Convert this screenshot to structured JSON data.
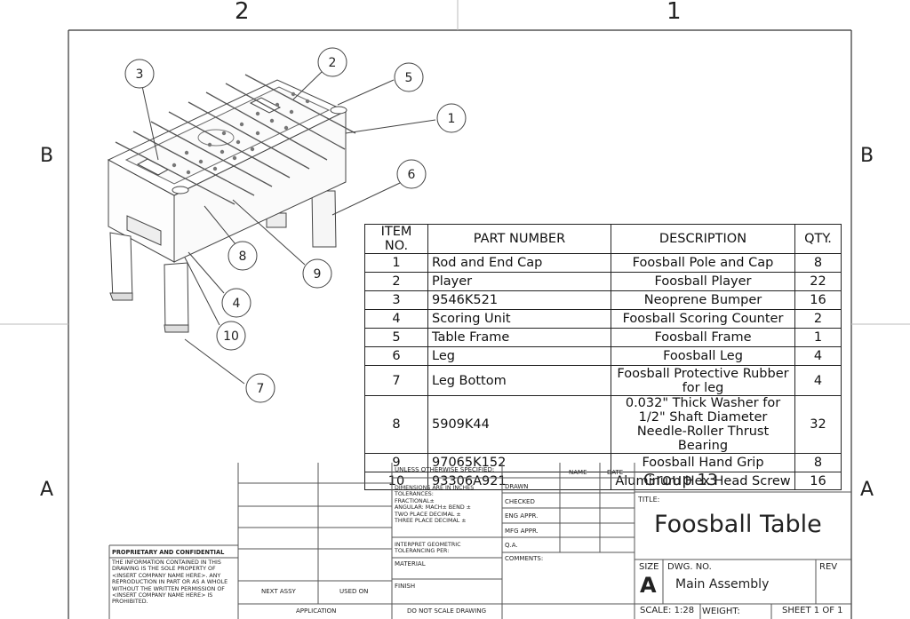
{
  "zones": {
    "top": [
      "2",
      "1"
    ],
    "side": [
      "B",
      "A"
    ]
  },
  "balloons": [
    "1",
    "2",
    "3",
    "4",
    "5",
    "6",
    "7",
    "8",
    "9",
    "10"
  ],
  "bom": {
    "headers": [
      "ITEM NO.",
      "PART NUMBER",
      "DESCRIPTION",
      "QTY."
    ],
    "rows": [
      {
        "item": "1",
        "part": "Rod and End Cap",
        "desc": "Foosball Pole and Cap",
        "qty": "8"
      },
      {
        "item": "2",
        "part": "Player",
        "desc": "Foosball Player",
        "qty": "22"
      },
      {
        "item": "3",
        "part": "9546K521",
        "desc": "Neoprene Bumper",
        "qty": "16"
      },
      {
        "item": "4",
        "part": "Scoring Unit",
        "desc": "Foosball Scoring Counter",
        "qty": "2"
      },
      {
        "item": "5",
        "part": "Table Frame",
        "desc": "Foosball Frame",
        "qty": "1"
      },
      {
        "item": "6",
        "part": "Leg",
        "desc": "Foosball Leg",
        "qty": "4"
      },
      {
        "item": "7",
        "part": "Leg Bottom",
        "desc": "Foosball Protective Rubber for leg",
        "qty": "4"
      },
      {
        "item": "8",
        "part": "5909K44",
        "desc": "0.032\" Thick Washer for 1/2\" Shaft Diameter Needle-Roller Thrust Bearing",
        "qty": "32"
      },
      {
        "item": "9",
        "part": "97065K152",
        "desc": "Foosball Hand Grip",
        "qty": "8"
      },
      {
        "item": "10",
        "part": "93306A921",
        "desc": "Aluminum Hex Head Screw",
        "qty": "16"
      }
    ]
  },
  "title_block": {
    "proprietary_title": "PROPRIETARY AND CONFIDENTIAL",
    "proprietary_text": [
      "THE INFORMATION CONTAINED IN THIS",
      "DRAWING IS THE SOLE PROPERTY OF",
      "<INSERT COMPANY NAME HERE>.  ANY",
      "REPRODUCTION IN PART OR AS A WHOLE",
      "WITHOUT THE WRITTEN PERMISSION OF",
      "<INSERT COMPANY NAME HERE> IS",
      "PROHIBITED."
    ],
    "next_assy": "NEXT ASSY",
    "used_on": "USED ON",
    "application": "APPLICATION",
    "unless": "UNLESS OTHERWISE SPECIFIED:",
    "dimensions": [
      "DIMENSIONS ARE IN INCHES",
      "TOLERANCES:",
      "FRACTIONAL±",
      "ANGULAR: MACH±    BEND ±",
      "TWO PLACE DECIMAL    ±",
      "THREE PLACE DECIMAL   ±"
    ],
    "interpret": [
      "INTERPRET GEOMETRIC",
      "TOLERANCING PER:"
    ],
    "material": "MATERIAL",
    "finish": "FINISH",
    "do_not_scale": "DO NOT SCALE DRAWING",
    "name": "NAME",
    "date": "DATE",
    "drawn": "DRAWN",
    "checked": "CHECKED",
    "eng_appr": "ENG APPR.",
    "mfg_appr": "MFG APPR.",
    "qa": "Q.A.",
    "comments": "COMMENTS:",
    "group": "Group 13",
    "title_label": "TITLE:",
    "title": "Foosball Table",
    "size_label": "SIZE",
    "size": "A",
    "dwg_label": "DWG.  NO.",
    "dwg_no": "Main Assembly",
    "rev_label": "REV",
    "scale": "SCALE: 1:28",
    "weight": "WEIGHT:",
    "sheet": "SHEET 1 OF 1"
  }
}
